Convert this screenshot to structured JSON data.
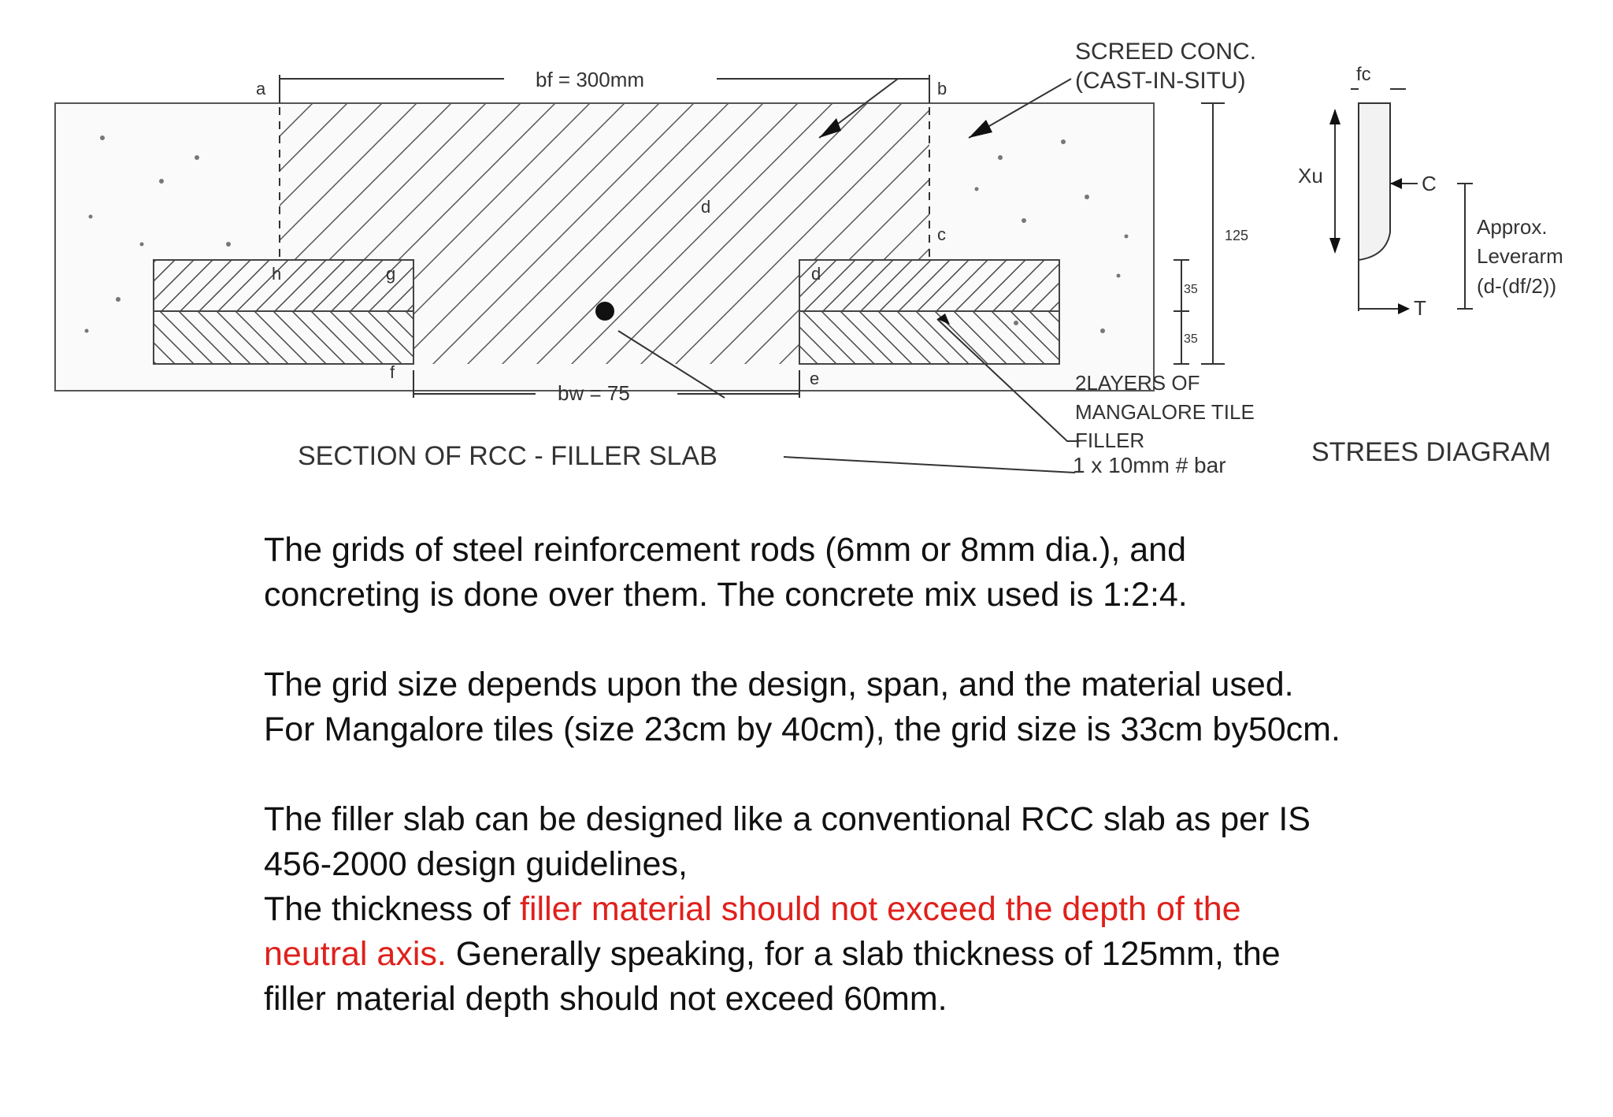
{
  "diagram": {
    "labels": {
      "a": "a",
      "b": "b",
      "c": "c",
      "d_mid": "d",
      "d_right": "d",
      "e": "e",
      "f": "f",
      "g": "g",
      "h": "h",
      "bf": "bf = 300mm",
      "bw": "bw = 75",
      "dim_125": "125",
      "dim_35_top": "35",
      "dim_35_bottom": "35",
      "screed_line1": "SCREED CONC.",
      "screed_line2": "(CAST-IN-SITU)",
      "tile_line1": "2LAYERS OF",
      "tile_line2": "MANGALORE TILE",
      "tile_line3": "FILLER",
      "bar": "1 x 10mm # bar",
      "section_title": "SECTION OF RCC - FILLER SLAB"
    },
    "stress": {
      "fc": "fc",
      "xu": "Xu",
      "c": "C",
      "t": "T",
      "lever_line1": "Approx.",
      "lever_line2": "Leverarm",
      "lever_line3": "(d-(df/2))",
      "title": "STREES DIAGRAM"
    }
  },
  "text": {
    "para1_line1": "The grids of steel reinforcement rods (6mm or 8mm dia.), and",
    "para1_line2": "concreting is done over them. The concrete mix used is 1:2:4.",
    "para2_line1": "The grid size depends upon the design, span, and the material used.",
    "para2_line2": "For Mangalore tiles (size 23cm by 40cm), the grid size is 33cm by50cm.",
    "para3_line1": "The filler slab can be designed like a conventional RCC slab as per IS",
    "para3_line2": "456-2000 design guidelines,",
    "para3_line3_a": "The thickness of ",
    "para3_line3_b": "filler material should not exceed the depth of the",
    "para3_line4_a": "neutral axis.",
    "para3_line4_b": " Generally speaking, for a slab thickness of 125mm, the",
    "para3_line5": "filler material depth should not exceed 60mm."
  },
  "colors": {
    "highlight": "#e0201b",
    "text": "#111111",
    "line": "#333333"
  }
}
